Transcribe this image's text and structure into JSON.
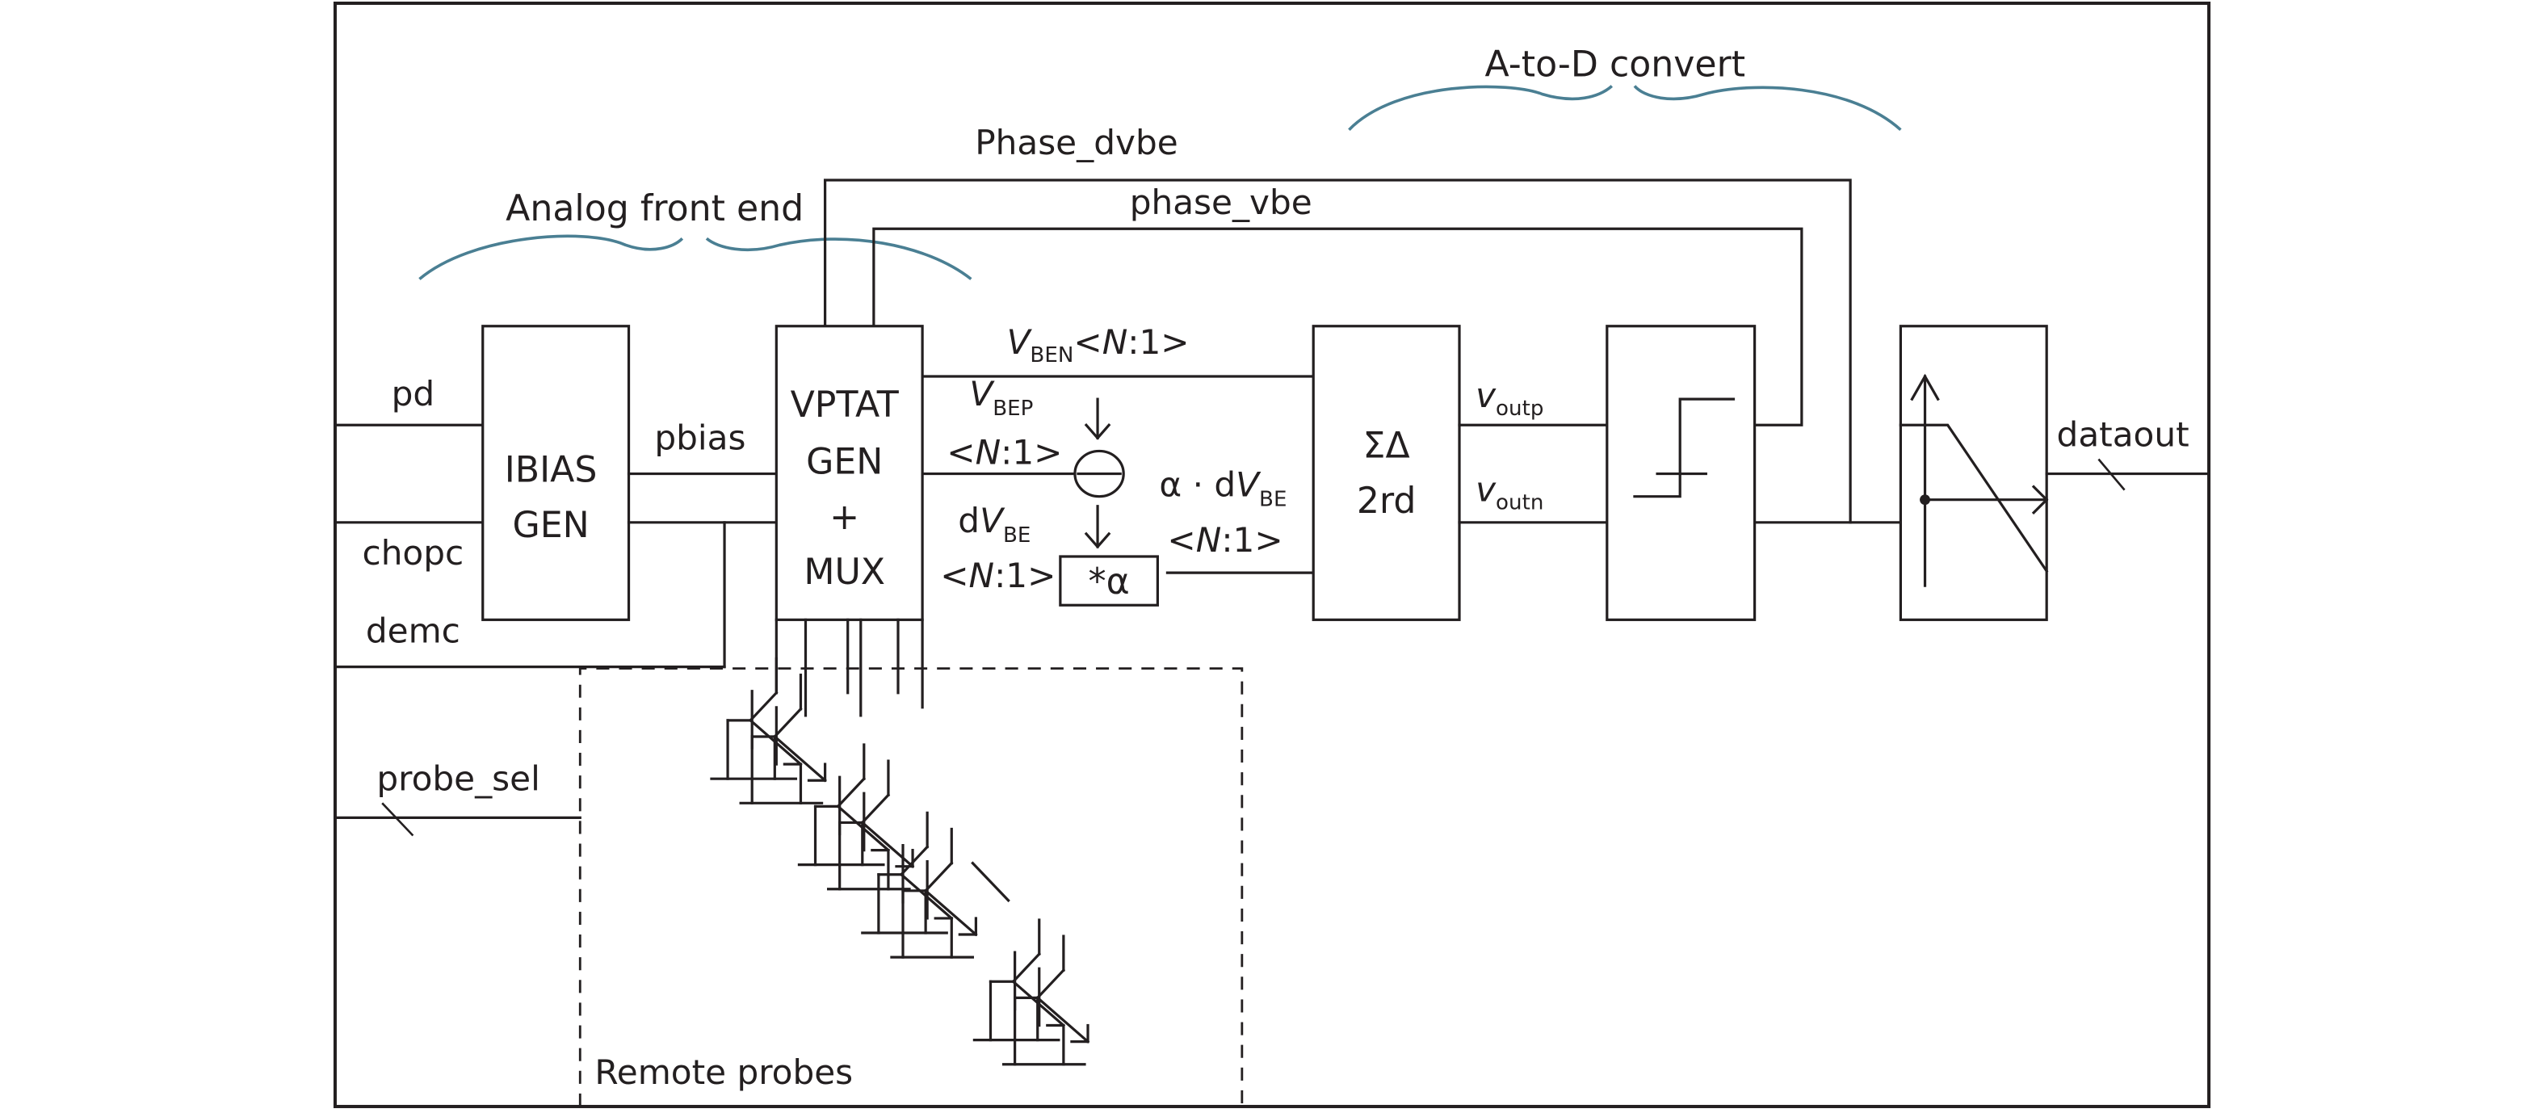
{
  "diagram": {
    "title": "Temperature sensor block diagram",
    "colors": {
      "line": "#231f20",
      "brace": "#4a7f93",
      "background": "#ffffff"
    },
    "sections": {
      "analog_front_end": "Analog front end",
      "adc": "A-to-D convert",
      "remote_probes": "Remote probes"
    },
    "inputs": {
      "pd": "pd",
      "chopc": "chopc",
      "demc": "demc",
      "probe_sel": "probe_sel"
    },
    "blocks": {
      "ibias": {
        "line1": "IBIAS",
        "line2": "GEN"
      },
      "vptat": {
        "line1": "VPTAT",
        "line2": "GEN",
        "line3": "+",
        "line4": "MUX"
      },
      "sigma_delta": {
        "line1": "ΣΔ",
        "line2": "2rd"
      },
      "alpha_scaler": "*α",
      "subtractor_icon": "subtract-circle-icon",
      "comparator_icon": "hysteresis-comparator-icon",
      "decimation_filter_icon": "lowpass-filter-icon"
    },
    "signals": {
      "pbias": "pbias",
      "phase_dvbe": "Phase_dvbe",
      "phase_vbe": "phase_vbe",
      "vben": {
        "main": "V",
        "sub": "BEN",
        "suffix": "<",
        "n": "N",
        "range": ":1>"
      },
      "vbep": {
        "main": "V",
        "sub": "BEP",
        "bus": "<",
        "n": "N",
        "range": ":1>"
      },
      "dvbe": {
        "prefix": "d",
        "main": "V",
        "sub": "BE",
        "bus": "<",
        "n": "N",
        "range": ":1>"
      },
      "alpha_dvbe": {
        "prefix": "α · d",
        "main": "V",
        "sub": "BE",
        "bus": "<",
        "n": "N",
        "range": ":1>"
      },
      "voutp": {
        "main": "v",
        "sub": "outp"
      },
      "voutn": {
        "main": "v",
        "sub": "outn"
      },
      "dataout": "dataout"
    },
    "probe_count_shown": 4
  }
}
